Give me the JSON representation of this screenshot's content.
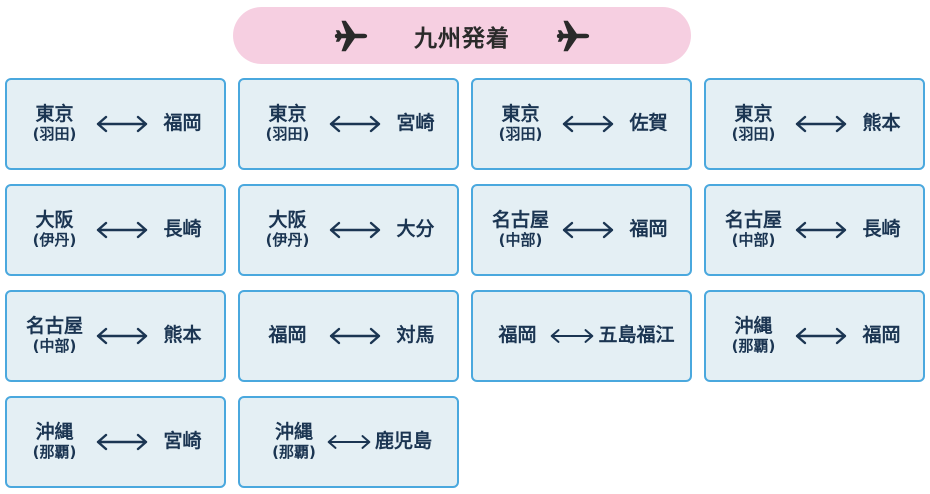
{
  "header": {
    "title": "九州発着",
    "left_icon": "airplane-icon",
    "right_icon": "airplane-icon",
    "background": "#f6cfe1"
  },
  "colors": {
    "card_border": "#4aa8de",
    "card_background": "#e4eff4",
    "text": "#1b3552"
  },
  "routes": [
    {
      "from": "東京",
      "from_sub": "(羽田)",
      "to": "福岡",
      "to_sub": ""
    },
    {
      "from": "東京",
      "from_sub": "(羽田)",
      "to": "宮崎",
      "to_sub": ""
    },
    {
      "from": "東京",
      "from_sub": "(羽田)",
      "to": "佐賀",
      "to_sub": ""
    },
    {
      "from": "東京",
      "from_sub": "(羽田)",
      "to": "熊本",
      "to_sub": ""
    },
    {
      "from": "大阪",
      "from_sub": "(伊丹)",
      "to": "長崎",
      "to_sub": ""
    },
    {
      "from": "大阪",
      "from_sub": "(伊丹)",
      "to": "大分",
      "to_sub": ""
    },
    {
      "from": "名古屋",
      "from_sub": "(中部)",
      "to": "福岡",
      "to_sub": ""
    },
    {
      "from": "名古屋",
      "from_sub": "(中部)",
      "to": "長崎",
      "to_sub": ""
    },
    {
      "from": "名古屋",
      "from_sub": "(中部)",
      "to": "熊本",
      "to_sub": ""
    },
    {
      "from": "福岡",
      "from_sub": "",
      "to": "対馬",
      "to_sub": ""
    },
    {
      "from": "福岡",
      "from_sub": "",
      "to": "五島福江",
      "to_sub": ""
    },
    {
      "from": "沖縄",
      "from_sub": "(那覇)",
      "to": "福岡",
      "to_sub": ""
    },
    {
      "from": "沖縄",
      "from_sub": "(那覇)",
      "to": "宮崎",
      "to_sub": ""
    },
    {
      "from": "沖縄",
      "from_sub": "(那覇)",
      "to": "鹿児島",
      "to_sub": ""
    }
  ]
}
